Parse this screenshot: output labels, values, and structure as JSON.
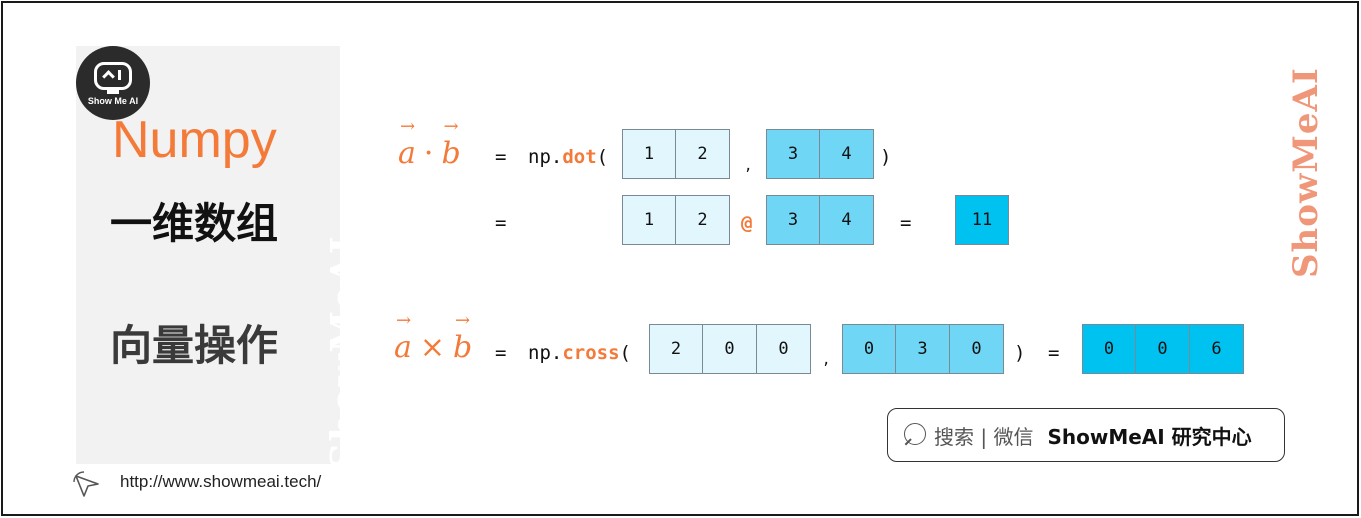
{
  "brand": {
    "logo_text": "Show Me AI",
    "watermark_side": "ShowMeAI",
    "watermark_right": "ShowMeAI"
  },
  "titles": {
    "numpy": "Numpy",
    "one_dim": "一维数组",
    "vector_ops": "向量操作"
  },
  "dot": {
    "vec_a": "a",
    "vec_b": "b",
    "op_symbol": "·",
    "eq1": "=",
    "call_prefix": "np.",
    "func": "dot",
    "open_paren": "(",
    "comma": ",",
    "close_paren": ")",
    "a_values": [
      "1",
      "2"
    ],
    "b_values": [
      "3",
      "4"
    ],
    "eq2": "=",
    "at_op": "@",
    "eq3": "=",
    "result": [
      "11"
    ]
  },
  "cross": {
    "vec_a": "a",
    "vec_b": "b",
    "op_symbol": "×",
    "eq1": "=",
    "call_prefix": "np.",
    "func": "cross",
    "open_paren": "(",
    "comma": ",",
    "close_paren": ")",
    "eq2": "=",
    "a_values": [
      "2",
      "0",
      "0"
    ],
    "b_values": [
      "0",
      "3",
      "0"
    ],
    "result": [
      "0",
      "0",
      "6"
    ]
  },
  "search": {
    "text": "搜索 | 微信",
    "brand": "ShowMeAI 研究中心"
  },
  "footer": {
    "url": "http://www.showmeai.tech/"
  },
  "colors": {
    "accent_orange": "#f47a3a",
    "cell_light": "#e2f6fd",
    "cell_mid": "#6fd6f6",
    "cell_dark": "#00c2f0",
    "panel_gray": "#f2f2f2"
  }
}
